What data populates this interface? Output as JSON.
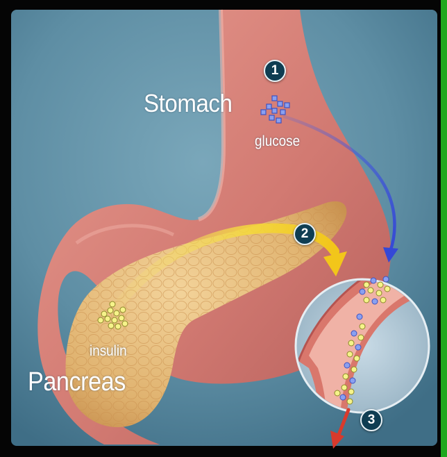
{
  "labels": {
    "stomach": "Stomach",
    "glucose": "glucose",
    "insulin": "insulin",
    "pancreas": "Pancreas"
  },
  "steps": [
    "1",
    "2",
    "3"
  ],
  "colors": {
    "outer_frame": "#050505",
    "right_edge_accent": "#1ea81e",
    "background": "#5f8ea3",
    "stomach_tissue": "#d27a72",
    "pancreas_tissue": "#e3b873",
    "glucose_molecule": "#6f88e6",
    "insulin_molecule": "#f3f088",
    "glucose_arrow": "#3f55d8",
    "insulin_arrow": "#f2d733",
    "exit_arrow": "#d83a2c",
    "step_badge": "#0f3d52"
  },
  "icons": [
    "glucose-molecule-cluster-icon",
    "insulin-molecule-cluster-icon",
    "blood-vessel-magnifier-icon",
    "glucose-flow-arrow-icon",
    "insulin-flow-arrow-icon",
    "exit-arrow-icon"
  ]
}
